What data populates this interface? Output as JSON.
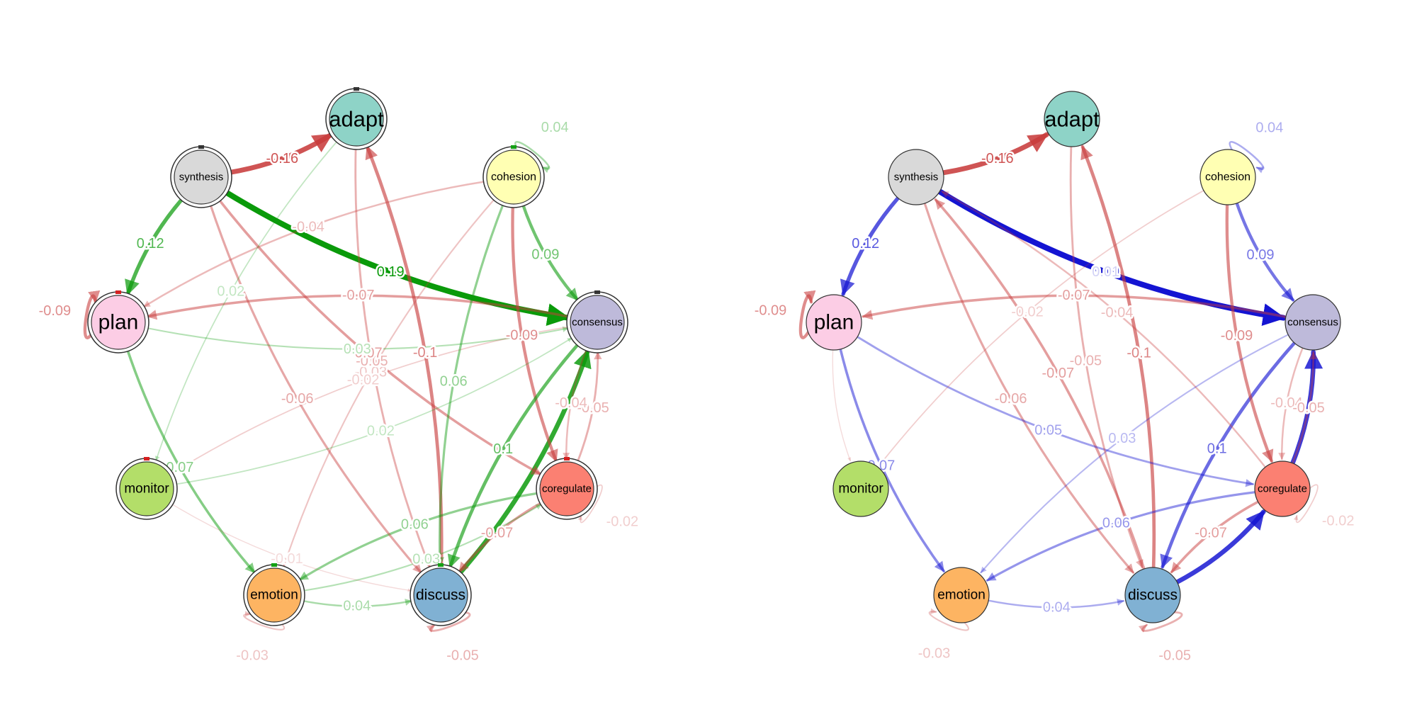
{
  "colors": {
    "positive_left": "#0a9a0a",
    "positive_right": "#1414d2",
    "negative": "#c83c3c",
    "node_stroke": "#333333"
  },
  "nodes": [
    {
      "id": "adapt",
      "label": "adapt",
      "color": "#8ed3c7"
    },
    {
      "id": "cohesion",
      "label": "cohesion",
      "color": "#ffffb3"
    },
    {
      "id": "consensus",
      "label": "consensus",
      "color": "#bebada"
    },
    {
      "id": "coregulate",
      "label": "coregulate",
      "color": "#fb8072"
    },
    {
      "id": "discuss",
      "label": "discuss",
      "color": "#80b1d3"
    },
    {
      "id": "emotion",
      "label": "emotion",
      "color": "#fdb462"
    },
    {
      "id": "monitor",
      "label": "monitor",
      "color": "#b3de69"
    },
    {
      "id": "plan",
      "label": "plan",
      "color": "#fccde5"
    },
    {
      "id": "synthesis",
      "label": "synthesis",
      "color": "#d9d9d9"
    }
  ],
  "networks": [
    {
      "name": "left",
      "edges": [
        {
          "from": "synthesis",
          "to": "adapt",
          "weight": -0.16,
          "label": "-0.16"
        },
        {
          "from": "synthesis",
          "to": "consensus",
          "weight": 0.19,
          "label": "0.19"
        },
        {
          "from": "synthesis",
          "to": "plan",
          "weight": 0.12,
          "label": "0.12"
        },
        {
          "from": "discuss",
          "to": "consensus",
          "weight": 0.15,
          "label": ""
        },
        {
          "from": "discuss",
          "to": "adapt",
          "weight": -0.1,
          "label": "-0.1"
        },
        {
          "from": "cohesion",
          "to": "consensus",
          "weight": 0.09,
          "label": "0.09"
        },
        {
          "from": "cohesion",
          "to": "coregulate",
          "weight": -0.09,
          "label": "-0.09"
        },
        {
          "from": "consensus",
          "to": "plan",
          "weight": -0.07,
          "label": "-0.07"
        },
        {
          "from": "consensus",
          "to": "discuss",
          "weight": 0.1,
          "label": "0.1"
        },
        {
          "from": "coregulate",
          "to": "discuss",
          "weight": -0.07,
          "label": "-0.07"
        },
        {
          "from": "coregulate",
          "to": "emotion",
          "weight": 0.06,
          "label": "0.06"
        },
        {
          "from": "coregulate",
          "to": "consensus",
          "weight": -0.05,
          "label": "-0.05"
        },
        {
          "from": "consensus",
          "to": "coregulate",
          "weight": -0.04,
          "label": "-0.04"
        },
        {
          "from": "synthesis",
          "to": "discuss",
          "weight": -0.06,
          "label": "-0.06"
        },
        {
          "from": "plan",
          "to": "emotion",
          "weight": 0.07,
          "label": "0.07"
        },
        {
          "from": "emotion",
          "to": "discuss",
          "weight": 0.04,
          "label": "0.04"
        },
        {
          "from": "cohesion",
          "to": "emotion",
          "weight": -0.03,
          "label": "-0.03"
        },
        {
          "from": "adapt",
          "to": "discuss",
          "weight": -0.05,
          "label": "-0.05"
        },
        {
          "from": "cohesion",
          "to": "plan",
          "weight": -0.04,
          "label": "-0.04"
        },
        {
          "from": "synthesis",
          "to": "coregulate",
          "weight": -0.07,
          "label": "-0.07"
        },
        {
          "from": "plan",
          "to": "consensus",
          "weight": 0.03,
          "label": "0.03"
        },
        {
          "from": "monitor",
          "to": "consensus",
          "weight": 0.02,
          "label": "0.02"
        },
        {
          "from": "adapt",
          "to": "monitor",
          "weight": 0.02,
          "label": "0.02"
        },
        {
          "from": "consensus",
          "to": "monitor",
          "weight": -0.02,
          "label": "-0.02"
        },
        {
          "from": "cohesion",
          "to": "discuss",
          "weight": 0.06,
          "label": "0.06"
        },
        {
          "from": "monitor",
          "to": "discuss",
          "weight": -0.01,
          "label": "-0.01"
        },
        {
          "from": "emotion",
          "to": "coregulate",
          "weight": 0.03,
          "label": "0.03"
        },
        {
          "from": "plan",
          "to": "plan",
          "weight": -0.09,
          "label": "-0.09"
        },
        {
          "from": "cohesion",
          "to": "cohesion",
          "weight": 0.04,
          "label": "0.04"
        },
        {
          "from": "discuss",
          "to": "discuss",
          "weight": -0.05,
          "label": "-0.05"
        },
        {
          "from": "emotion",
          "to": "emotion",
          "weight": -0.03,
          "label": "-0.03"
        },
        {
          "from": "coregulate",
          "to": "coregulate",
          "weight": -0.02,
          "label": "-0.02"
        }
      ]
    },
    {
      "name": "right",
      "edges": [
        {
          "from": "synthesis",
          "to": "adapt",
          "weight": -0.16,
          "label": "-0.16"
        },
        {
          "from": "synthesis",
          "to": "consensus",
          "weight": 0.19,
          "label": "0.19"
        },
        {
          "from": "synthesis",
          "to": "plan",
          "weight": 0.12,
          "label": "0.12"
        },
        {
          "from": "coregulate",
          "to": "consensus",
          "weight": 0.15,
          "label": ""
        },
        {
          "from": "discuss",
          "to": "coregulate",
          "weight": 0.15,
          "label": ""
        },
        {
          "from": "discuss",
          "to": "adapt",
          "weight": -0.1,
          "label": "-0.1"
        },
        {
          "from": "cohesion",
          "to": "consensus",
          "weight": 0.09,
          "label": "0.09"
        },
        {
          "from": "consensus",
          "to": "plan",
          "weight": -0.07,
          "label": "-0.07"
        },
        {
          "from": "consensus",
          "to": "discuss",
          "weight": 0.1,
          "label": "0.1"
        },
        {
          "from": "coregulate",
          "to": "emotion",
          "weight": 0.06,
          "label": "0.06"
        },
        {
          "from": "coregulate",
          "to": "discuss",
          "weight": -0.07,
          "label": "-0.07"
        },
        {
          "from": "plan",
          "to": "emotion",
          "weight": 0.07,
          "label": "0.07"
        },
        {
          "from": "emotion",
          "to": "discuss",
          "weight": 0.04,
          "label": "0.04"
        },
        {
          "from": "synthesis",
          "to": "discuss",
          "weight": -0.06,
          "label": "-0.06"
        },
        {
          "from": "cohesion",
          "to": "coregulate",
          "weight": -0.09,
          "label": "-0.09"
        },
        {
          "from": "discuss",
          "to": "synthesis",
          "weight": -0.07,
          "label": "-0.07"
        },
        {
          "from": "plan",
          "to": "coregulate",
          "weight": 0.05,
          "label": "0.05"
        },
        {
          "from": "coregulate",
          "to": "synthesis",
          "weight": -0.04,
          "label": "-0.04"
        },
        {
          "from": "cohesion",
          "to": "monitor",
          "weight": -0.02,
          "label": "-0.02"
        },
        {
          "from": "consensus",
          "to": "coregulate",
          "weight": -0.04,
          "label": "-0.04"
        },
        {
          "from": "coregulate",
          "to": "consensus",
          "weight": -0.05,
          "label": "-0.05"
        },
        {
          "from": "consensus",
          "to": "emotion",
          "weight": 0.03,
          "label": "0.03"
        },
        {
          "from": "adapt",
          "to": "discuss",
          "weight": -0.05,
          "label": "-0.05"
        },
        {
          "from": "synthesis",
          "to": "consensus",
          "weight": 0.01,
          "label": "0.01"
        },
        {
          "from": "plan",
          "to": "monitor",
          "weight": -0.01,
          "label": ""
        },
        {
          "from": "plan",
          "to": "plan",
          "weight": -0.09,
          "label": "-0.09"
        },
        {
          "from": "cohesion",
          "to": "cohesion",
          "weight": 0.04,
          "label": "0.04"
        },
        {
          "from": "discuss",
          "to": "discuss",
          "weight": -0.05,
          "label": "-0.05"
        },
        {
          "from": "emotion",
          "to": "emotion",
          "weight": -0.03,
          "label": "-0.03"
        },
        {
          "from": "coregulate",
          "to": "coregulate",
          "weight": -0.02,
          "label": "-0.02"
        }
      ]
    }
  ]
}
